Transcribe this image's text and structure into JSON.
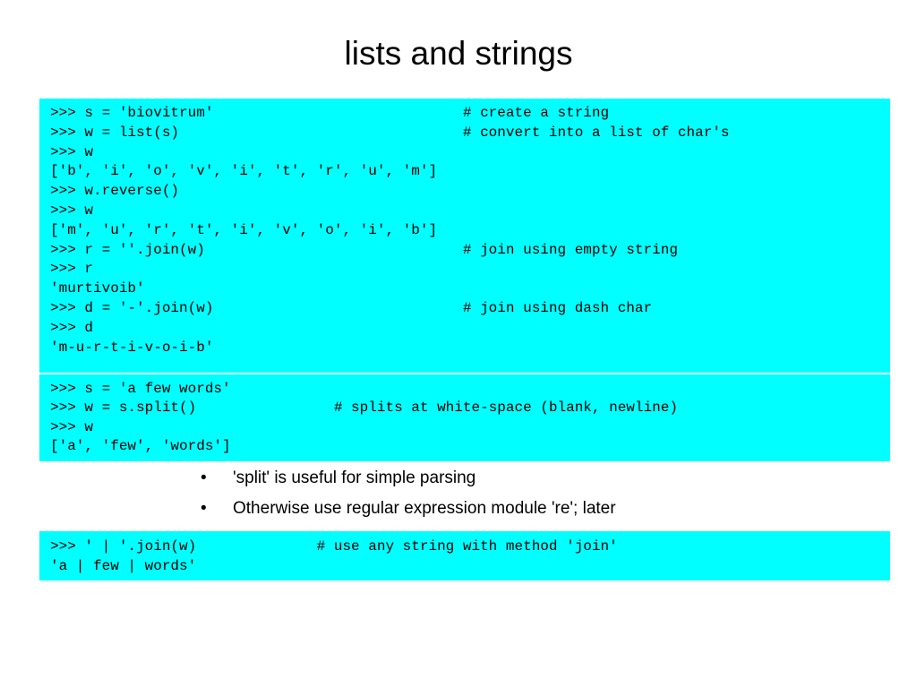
{
  "slide": {
    "title": "lists and strings"
  },
  "code_blocks": [
    {
      "lines": [
        ">>> s = 'biovitrum'                             # create a string",
        ">>> w = list(s)                                 # convert into a list of char's",
        ">>> w",
        "['b', 'i', 'o', 'v', 'i', 't', 'r', 'u', 'm']",
        ">>> w.reverse()",
        ">>> w",
        "['m', 'u', 'r', 't', 'i', 'v', 'o', 'i', 'b']",
        ">>> r = ''.join(w)                              # join using empty string",
        ">>> r",
        "'murtivoib'",
        ">>> d = '-'.join(w)                             # join using dash char",
        ">>> d",
        "'m-u-r-t-i-v-o-i-b'"
      ]
    },
    {
      "lines": [
        ">>> s = 'a few words'",
        ">>> w = s.split()                # splits at white-space (blank, newline)",
        ">>> w",
        "['a', 'few', 'words']"
      ]
    },
    {
      "lines": [
        ">>> ' | '.join(w)              # use any string with method 'join'",
        "'a | few | words'"
      ]
    }
  ],
  "bullets": [
    {
      "marker": "•",
      "text": "'split' is useful for simple parsing"
    },
    {
      "marker": "•",
      "text": "Otherwise use regular expression module 're'; later"
    }
  ],
  "colors": {
    "code_background": "#00ffff",
    "page_background": "#ffffff",
    "text": "#000000"
  }
}
